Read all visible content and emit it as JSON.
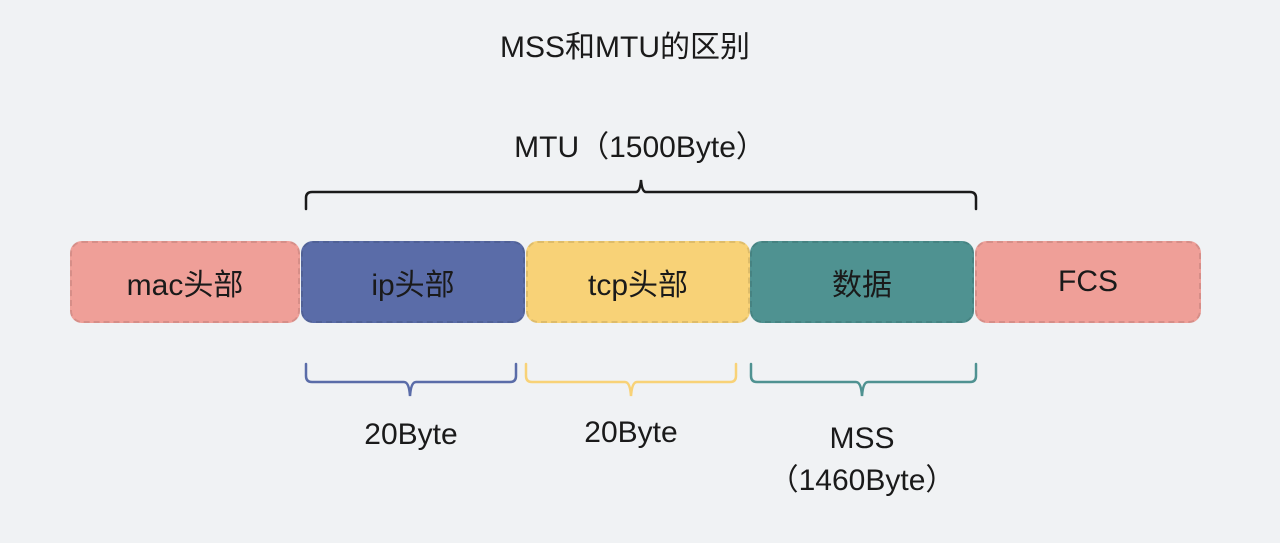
{
  "title": "MSS和MTU的区别",
  "mtu_label": "MTU（1500Byte）",
  "segments": [
    {
      "label": "mac头部",
      "color": "#ef9f98"
    },
    {
      "label": "ip头部",
      "color": "#5a6ca8"
    },
    {
      "label": "tcp头部",
      "color": "#f8d277"
    },
    {
      "label": "数据",
      "color": "#4f9291"
    },
    {
      "label": "FCS",
      "color": "#ef9f98"
    }
  ],
  "sizes": {
    "ip": "20Byte",
    "tcp": "20Byte",
    "mss_name": "MSS",
    "mss_value": "（1460Byte）"
  },
  "brace_colors": {
    "mtu": "#1a1a1a",
    "ip": "#5a6ca8",
    "tcp": "#f8d277",
    "mss": "#4f9291"
  }
}
